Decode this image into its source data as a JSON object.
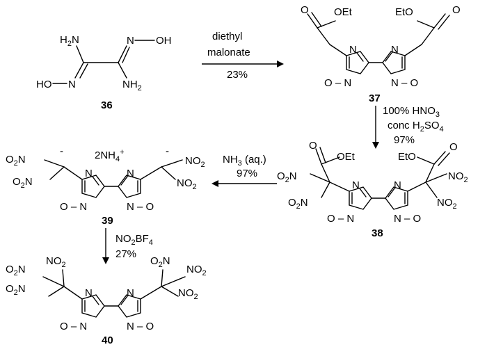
{
  "scheme": {
    "c36": {
      "number": "36",
      "nh2_top": [
        "H",
        "2",
        "N"
      ],
      "n_oh_top": "N",
      "oh_top": "OH",
      "ho_bottom": "HO",
      "n_bottom": "N",
      "nh2_bottom": [
        "NH",
        "2"
      ]
    },
    "c37": {
      "number": "37",
      "ester_left_o": "O",
      "ester_left_oet": "OEt",
      "ester_right_o": "O",
      "ester_right_eto": "EtO"
    },
    "c38": {
      "number": "38",
      "ester_left_o": "O",
      "ester_left_oet": "OEt",
      "ester_right_o": "O",
      "ester_right_eto": "EtO",
      "no2_left_1": [
        "O",
        "2",
        "N"
      ],
      "no2_left_2": [
        "O",
        "2",
        "N"
      ],
      "no2_right_1": [
        "NO",
        "2"
      ],
      "no2_right_2": [
        "NO",
        "2"
      ]
    },
    "c39": {
      "number": "39",
      "counterion": [
        "2NH",
        "4",
        "+"
      ],
      "charge": "-",
      "no2_left_1": [
        "O",
        "2",
        "N"
      ],
      "no2_left_2": [
        "O",
        "2",
        "N"
      ],
      "no2_right_1": [
        "NO",
        "2"
      ],
      "no2_right_2": [
        "NO",
        "2"
      ]
    },
    "c40": {
      "number": "40",
      "no2_left_a": [
        "O",
        "2",
        "N"
      ],
      "no2_left_b": [
        "NO",
        "2"
      ],
      "no2_left_c": [
        "O",
        "2",
        "N"
      ],
      "no2_right_a": [
        "O",
        "2",
        "N"
      ],
      "no2_right_b": [
        "NO",
        "2"
      ],
      "no2_right_c": [
        "NO",
        "2"
      ]
    },
    "ring_atoms": {
      "n": "N",
      "o": "O",
      "n_o": "O – N",
      "n_o_right": "N – O"
    },
    "step1": {
      "reagent_line1": "diethyl",
      "reagent_line2": "malonate",
      "yield": "23%"
    },
    "step2": {
      "line1": [
        "100% HNO",
        "3"
      ],
      "line2": [
        "conc H",
        "2",
        "SO",
        "4"
      ],
      "yield": "97%"
    },
    "step3": {
      "reagent": "NH3 (aq.)",
      "reagent_parts": [
        "NH",
        "3",
        " (aq.)"
      ],
      "yield": "97%"
    },
    "step4": {
      "reagent_parts": [
        "NO",
        "2",
        "BF",
        "4"
      ],
      "yield": "27%"
    }
  }
}
